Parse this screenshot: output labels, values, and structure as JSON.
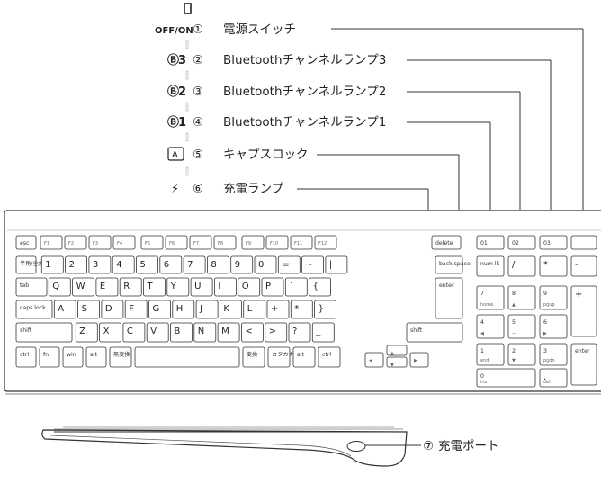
{
  "callouts": [
    {
      "num": "①",
      "icon": "OFF/ON",
      "label": "電源スイッチ"
    },
    {
      "num": "②",
      "icon": "3",
      "label": "Bluetoothチャンネルランプ3"
    },
    {
      "num": "③",
      "icon": "2",
      "label": "Bluetoothチャンネルランプ2"
    },
    {
      "num": "④",
      "icon": "1",
      "label": "Bluetoothチャンネルランプ1"
    },
    {
      "num": "⑤",
      "icon": "A",
      "label": "キャプスロック"
    },
    {
      "num": "⑥",
      "icon": "⚡",
      "label": "充電ランプ"
    },
    {
      "num": "⑦",
      "icon": "",
      "label": "充電ポート"
    }
  ],
  "indicator_labels": [
    "01",
    "02",
    "03",
    "OFF/ON"
  ],
  "keys": {
    "row0": [
      "esc",
      "F1",
      "F2",
      "F3",
      "F4",
      "F5",
      "F6",
      "F7",
      "F8",
      "F9",
      "F10",
      "F11",
      "F12",
      "delete"
    ],
    "row1": [
      "半角/全角",
      "1",
      "2",
      "3",
      "4",
      "5",
      "6",
      "7",
      "8",
      "9",
      "0",
      "=",
      "~",
      "|",
      "back space"
    ],
    "row2": [
      "tab",
      "Q",
      "W",
      "E",
      "R",
      "T",
      "Y",
      "U",
      "I",
      "O",
      "P",
      "`",
      "{",
      "enter"
    ],
    "row3": [
      "caps lock",
      "A",
      "S",
      "D",
      "F",
      "G",
      "H",
      "J",
      "K",
      "L",
      "+",
      "*",
      "}"
    ],
    "row4": [
      "shift",
      "Z",
      "X",
      "C",
      "V",
      "B",
      "N",
      "M",
      "<",
      ">",
      "?",
      "_",
      "shift"
    ],
    "row5": [
      "ctrl",
      "fn",
      "win",
      "alt",
      "無変換",
      "",
      "変換",
      "カタカナ",
      "alt",
      "ctrl",
      "◀",
      "▲▼",
      "▶"
    ],
    "numpad": [
      "01",
      "02",
      "03",
      "num lk",
      "/",
      "*",
      "-",
      "7",
      "8",
      "9",
      "+",
      "4",
      "5",
      "6",
      "1",
      "2",
      "3",
      "enter",
      "0",
      "."
    ],
    "numpad_sub": [
      "home",
      "▲",
      "pgup",
      "◀",
      "—",
      "▶",
      "end",
      "▼",
      "pgdn",
      "ins",
      "del"
    ]
  }
}
